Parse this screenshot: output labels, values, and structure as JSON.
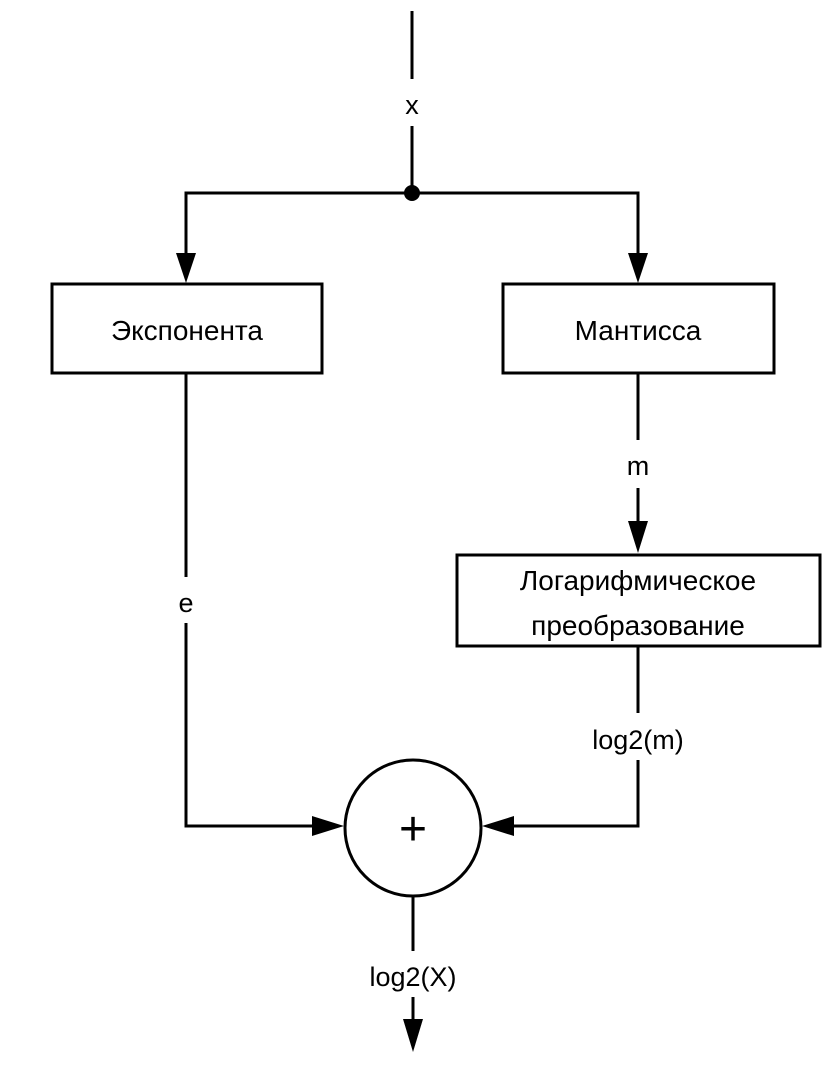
{
  "diagram": {
    "type": "block-diagram",
    "description": "Computation of log2(X) from exponent and mantissa",
    "input_signal": "x",
    "blocks": {
      "exponent": "Экспонента",
      "mantissa": "Мантисса",
      "log_transform_line1": "Логарифмическое",
      "log_transform_line2": "преобразование",
      "adder_symbol": "+"
    },
    "signals": {
      "e": "e",
      "m": "m",
      "log2m": "log2(m)",
      "output": "log2(X)"
    },
    "colors": {
      "line": "#000000",
      "background": "#ffffff"
    }
  }
}
